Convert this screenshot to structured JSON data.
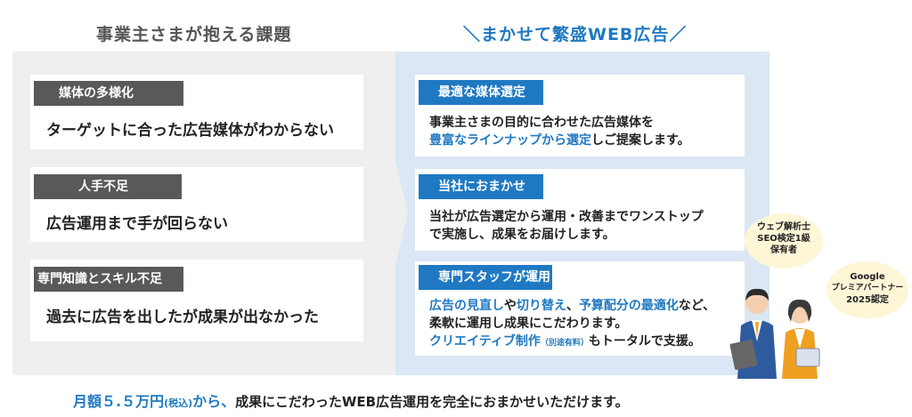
{
  "header": {
    "left": "事業主さまが抱える課題",
    "right": "＼まかせて繁盛WEB広告／"
  },
  "problems": [
    {
      "tag": "媒体の多様化",
      "text": "ターゲットに合った広告媒体がわからない"
    },
    {
      "tag": "人手不足",
      "text": "広告運用まで手が回らない"
    },
    {
      "tag": "専門知識とスキル不足",
      "text": "過去に広告を出したが成果が出なかった"
    }
  ],
  "solutions": [
    {
      "tag": "最適な媒体選定",
      "line1": "事業主さまの目的に合わせた広告媒体を",
      "line2_blue": "豊富なラインナップから選定",
      "line2_rest": "しご提案します。"
    },
    {
      "tag": "当社におまかせ",
      "line1": "当社が広告選定から運用・改善までワンストップ",
      "line2": "で実施し、成果をお届けします。"
    },
    {
      "tag": "専門スタッフが運用",
      "l1_a": "広告の見直し",
      "l1_b": "や",
      "l1_c": "切り替え",
      "l1_d": "、",
      "l1_e": "予算配分の最適化",
      "l1_f": "など、",
      "l2": "柔軟に運用し成果にこだわります。",
      "l3_blue": "クリエイティブ制作",
      "l3_small": "（別途有料）",
      "l3_rest": "もトータルで支援。"
    }
  ],
  "badges": {
    "b1_l1": "ウェブ解析士",
    "b1_l2": "SEO検定1級",
    "b1_l3": "保有者",
    "b2_l1": "Google",
    "b2_l2": "プレミアパートナー",
    "b2_l3": "2025認定"
  },
  "footer": {
    "price": "月額５.５万円",
    "tax": "(税込)",
    "kara": "から、",
    "rest": "成果にこだわったWEB広告運用を完全におまかせいただけます。"
  },
  "colors": {
    "accent": "#1f79c2",
    "dark_tag": "#595959",
    "left_bg": "#efefef",
    "right_bg": "#dbe7f4"
  }
}
